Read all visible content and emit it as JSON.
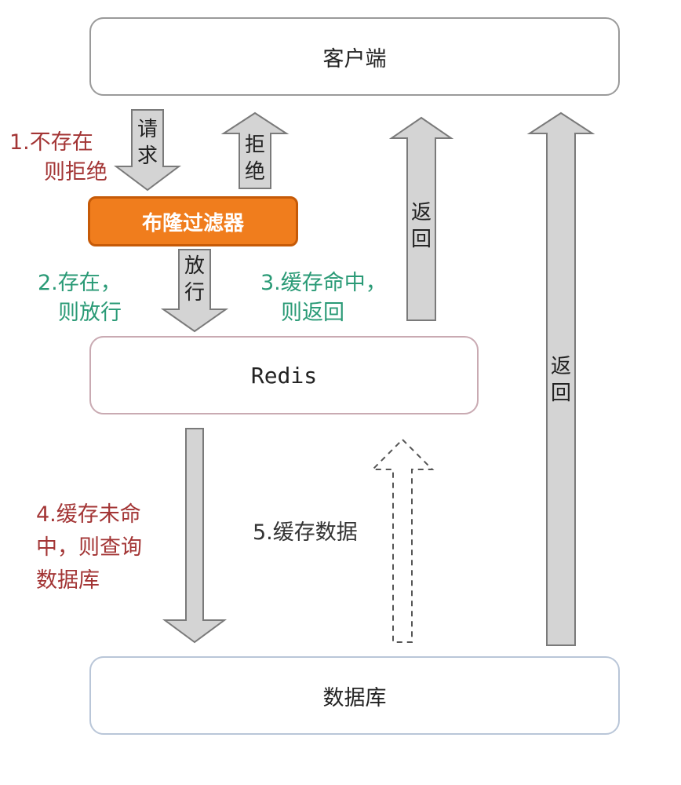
{
  "nodes": {
    "client": "客户端",
    "bloom_filter": "布隆过滤器",
    "redis": "Redis",
    "database": "数据库"
  },
  "arrows": {
    "request": [
      "请",
      "求"
    ],
    "reject": [
      "拒",
      "绝"
    ],
    "pass": [
      "放",
      "行"
    ],
    "return_cache": [
      "返",
      "回"
    ],
    "return_db": [
      "返",
      "回"
    ]
  },
  "notes": {
    "step1": [
      "1.不存在",
      "则拒绝"
    ],
    "step2": [
      "2.存在，",
      "  则放行"
    ],
    "step3": [
      "3.缓存命中，",
      "  则返回"
    ],
    "step4": [
      "4.缓存未命",
      "中，则查询",
      "数据库"
    ],
    "step5": "5.缓存数据"
  },
  "colors": {
    "bloom_fill": "#f07d1d",
    "bloom_border": "#c65a07",
    "note_red": "#a33535",
    "note_green": "#2a9a76",
    "arrow_fill": "#d4d4d4",
    "arrow_stroke": "#7a7a7a"
  }
}
